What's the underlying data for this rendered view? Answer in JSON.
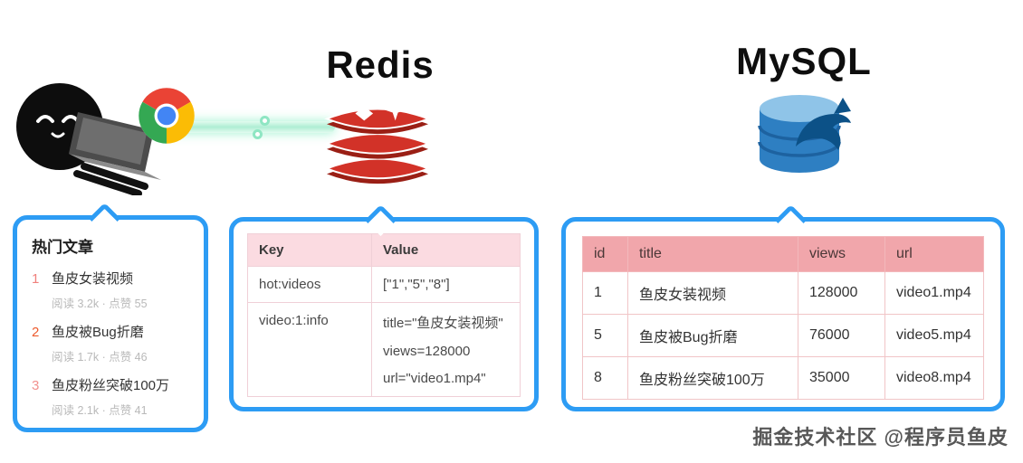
{
  "titles": {
    "redis": "Redis",
    "mysql": "MySQL"
  },
  "hot_articles": {
    "title": "热门文章",
    "items": [
      {
        "rank": "1",
        "title": "鱼皮女装视频",
        "meta": "阅读 3.2k · 点赞 55"
      },
      {
        "rank": "2",
        "title": "鱼皮被Bug折磨",
        "meta": "阅读 1.7k · 点赞 46"
      },
      {
        "rank": "3",
        "title": "鱼皮粉丝突破100万",
        "meta": "阅读 2.1k · 点赞 41"
      }
    ]
  },
  "redis_table": {
    "headers": [
      "Key",
      "Value"
    ],
    "rows": [
      {
        "key": "hot:videos",
        "value": [
          "[\"1\",\"5\",\"8\"]"
        ]
      },
      {
        "key": "video:1:info",
        "value": [
          "title=\"鱼皮女装视频\"",
          "views=128000",
          "url=\"video1.mp4\""
        ]
      }
    ]
  },
  "mysql_table": {
    "headers": [
      "id",
      "title",
      "views",
      "url"
    ],
    "rows": [
      [
        "1",
        "鱼皮女装视频",
        "128000",
        "video1.mp4"
      ],
      [
        "5",
        "鱼皮被Bug折磨",
        "76000",
        "video5.mp4"
      ],
      [
        "8",
        "鱼皮粉丝突破100万",
        "35000",
        "video8.mp4"
      ]
    ]
  },
  "watermark": "掘金技术社区 @程序员鱼皮",
  "icons": {
    "mascot": "person-with-laptop",
    "browser": "chrome-logo",
    "cache": "redis-logo",
    "database": "mysql-dolphin-logo"
  },
  "colors": {
    "panel_border": "#2d9cf4",
    "kv_header_bg": "#fbdbe1",
    "sql_header_bg": "#f1a6ab",
    "rank1": "#f0807c",
    "rank2": "#ed5a2d",
    "rank3": "#f2918e",
    "redis_red": "#d23228",
    "mysql_blue": "#2e7fc2",
    "beam_green": "#aeeed4"
  }
}
